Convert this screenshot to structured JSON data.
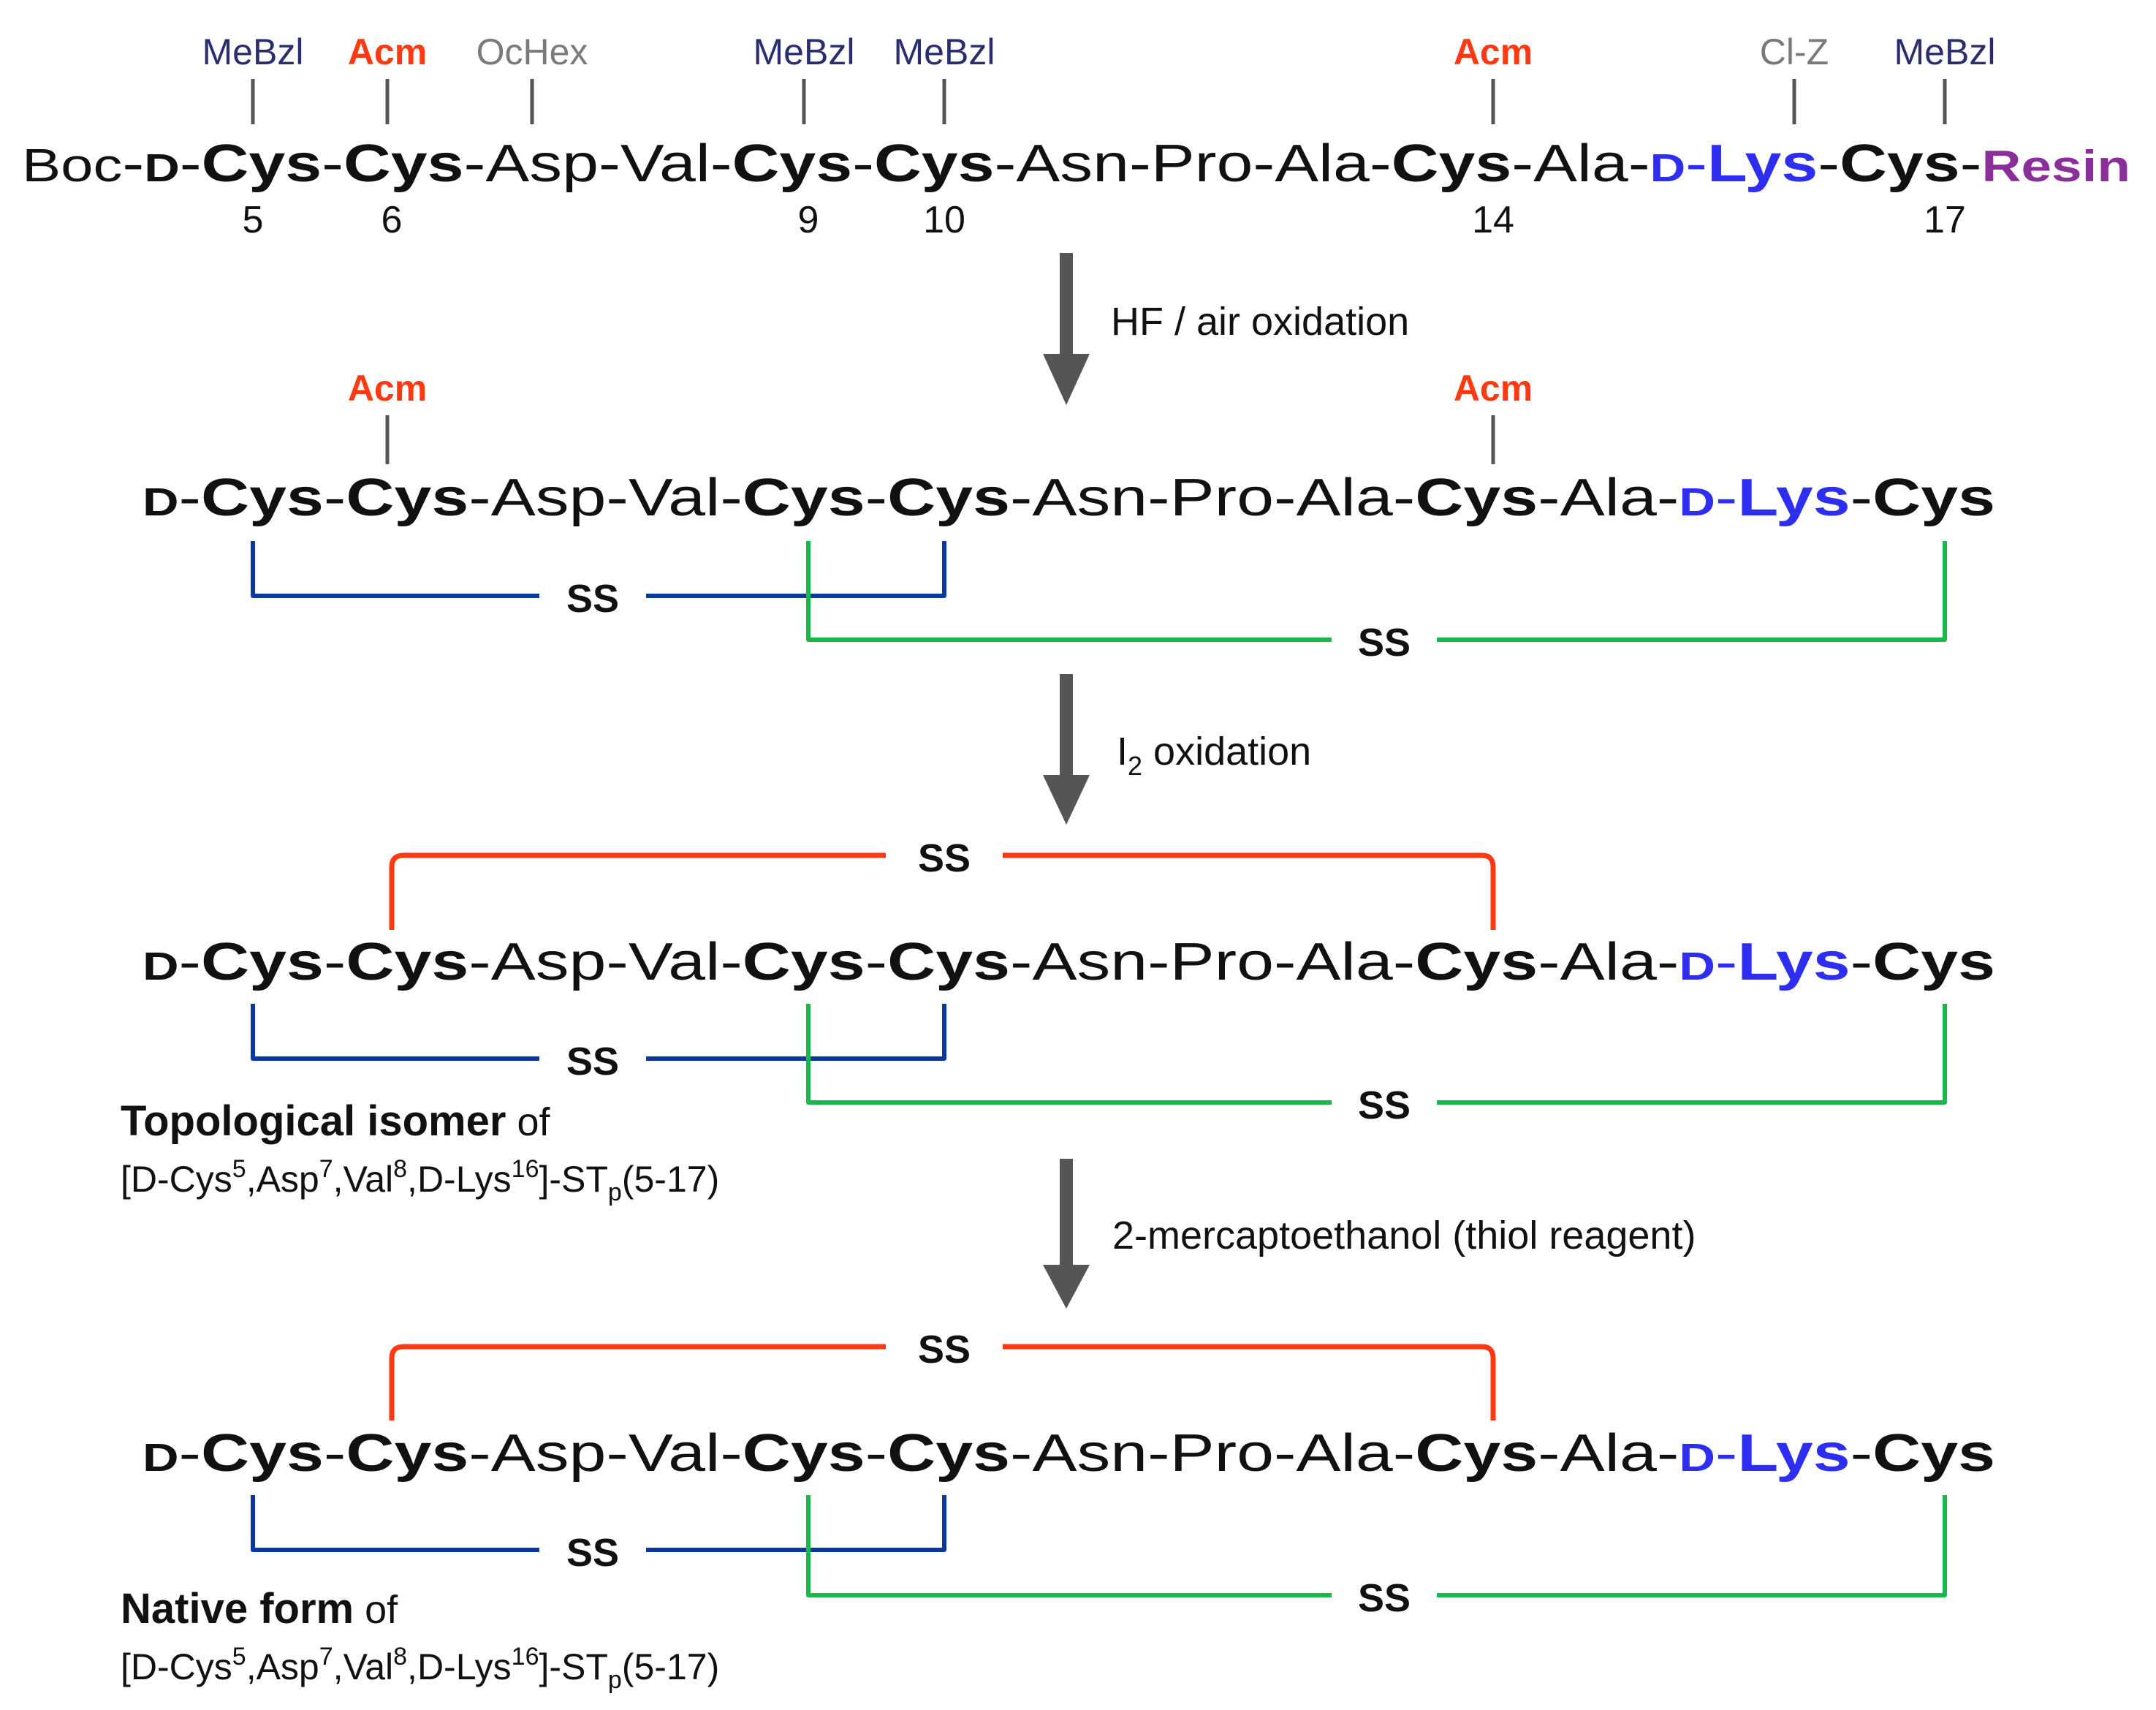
{
  "colors": {
    "protect_mebzl": "#2a2e6e",
    "protect_acm": "#ff3a12",
    "protect_gray": "#7a7a7a",
    "dlys": "#2e2ef0",
    "resin": "#8a2f9a",
    "bond_blue": "#0a3aa0",
    "bond_green": "#18b84a",
    "bond_red": "#ff3a12",
    "arrow": "#555555",
    "text": "#111111"
  },
  "start": {
    "boc": "Boc",
    "resin": "Resin",
    "numbers": [
      "5",
      "6",
      "9",
      "10",
      "14",
      "17"
    ],
    "protecting_groups": [
      "MeBzl",
      "Acm",
      "OcHex",
      "MeBzl",
      "MeBzl",
      "Acm",
      "Cl-Z",
      "MeBzl"
    ]
  },
  "sequence": {
    "d_prefix": "D",
    "hyphen": "-",
    "residues": [
      "Cys",
      "Cys",
      "Asp",
      "Val",
      "Cys",
      "Cys",
      "Asn",
      "Pro",
      "Ala",
      "Cys",
      "Ala",
      "Lys",
      "Cys"
    ]
  },
  "intermediate": {
    "acm_labels": [
      "Acm",
      "Acm"
    ]
  },
  "steps": {
    "step1": "HF / air oxidation",
    "step2_main": "I",
    "step2_sub": "2",
    "step2_rest": " oxidation",
    "step3": "2-mercaptoethanol (thiol reagent)"
  },
  "bond_label": "SS",
  "topo_caption": {
    "bold": "Topological isomer",
    "of": " of",
    "formula": {
      "open": "[D-Cys",
      "sup1": "5",
      "p2": ",Asp",
      "sup2": "7",
      "p3": ",Val",
      "sup3": "8",
      "p4": ",D-Lys",
      "sup4": "16",
      "p5": "]-ST",
      "sub": "p",
      "p6": "(5-17)"
    }
  },
  "native_caption": {
    "bold": "Native form",
    "of": " of",
    "formula": {
      "open": "[D-Cys",
      "sup1": "5",
      "p2": ",Asp",
      "sup2": "7",
      "p3": ",Val",
      "sup3": "8",
      "p4": ",D-Lys",
      "sup4": "16",
      "p5": "]-ST",
      "sub": "p",
      "p6": "(5-17)"
    }
  }
}
